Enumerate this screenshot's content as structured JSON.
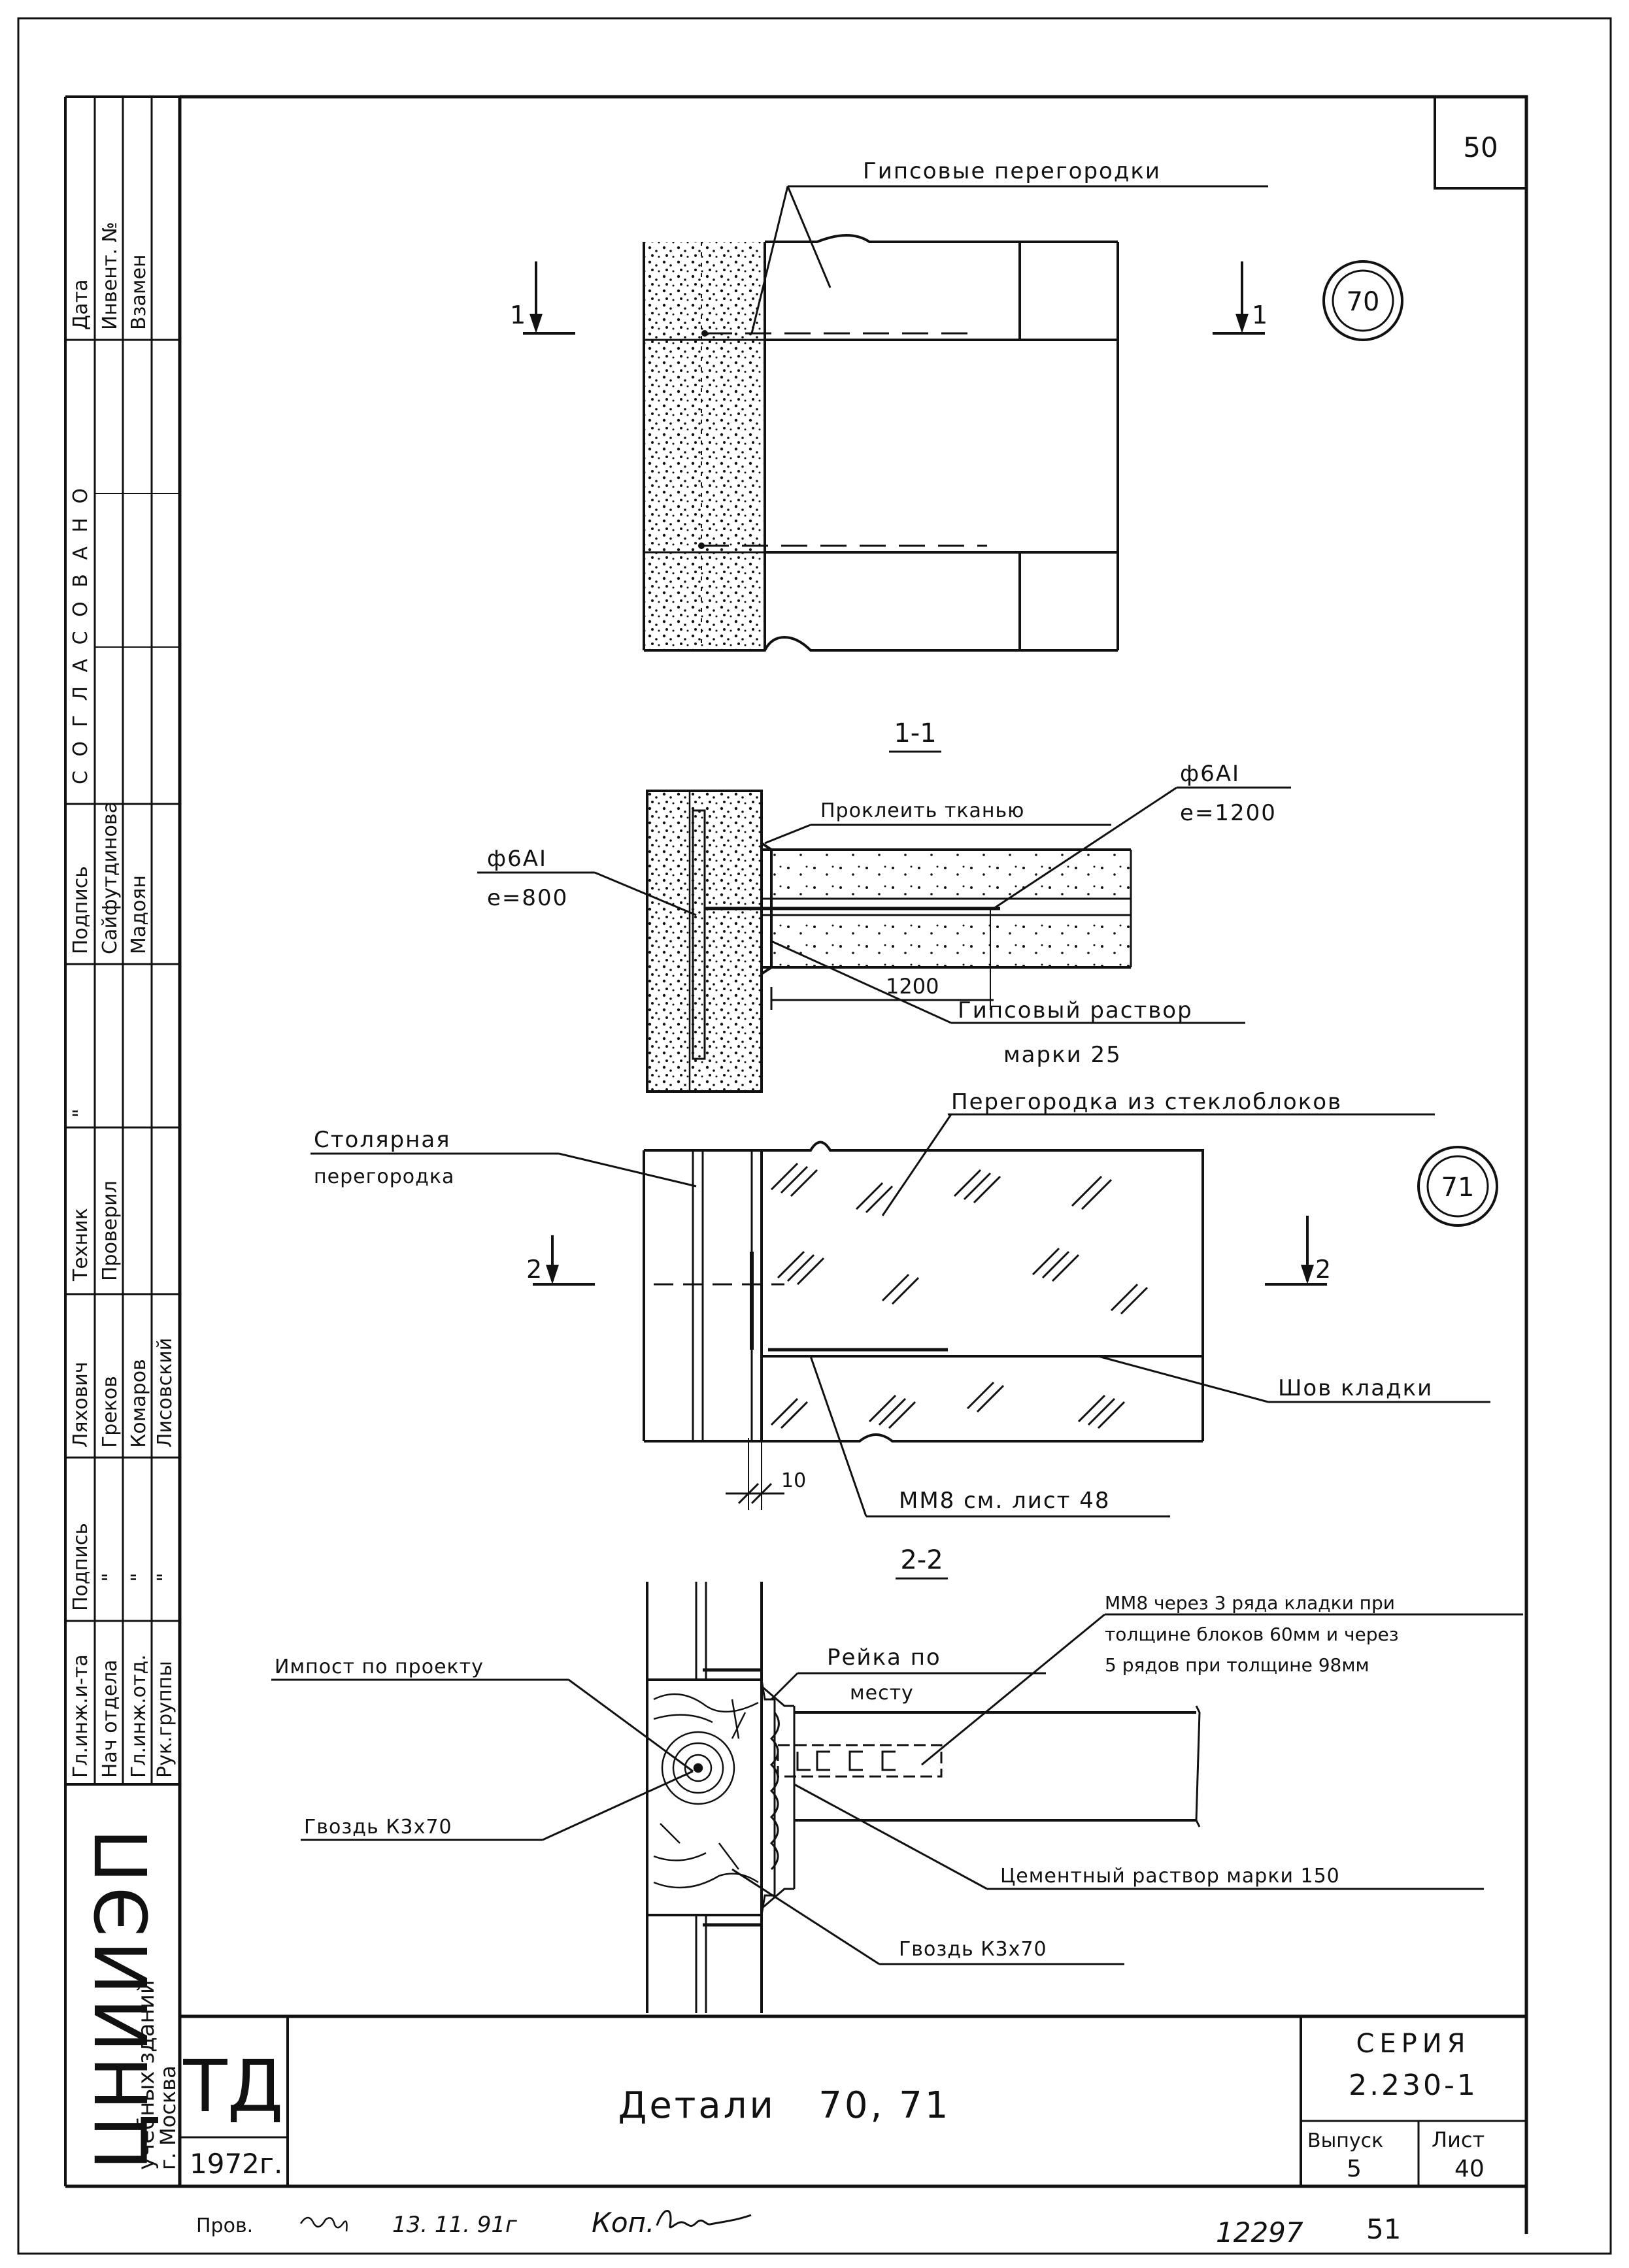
{
  "sheet": {
    "page_number": "50",
    "title": "Детали   70, 71",
    "td_mark": "ТД",
    "year": "1972г.",
    "series_label": "СЕРИЯ",
    "series_value": "2.230-1",
    "issue_label": "Выпуск",
    "issue_value": "5",
    "list_label": "Лист",
    "list_value": "40",
    "bottom_check": "Пров.",
    "bottom_note": "13. 11. 91г",
    "bottom_copy": "Коп.",
    "bottom_num1": "12297",
    "bottom_num2": "51"
  },
  "side_stamp": {
    "top_labels": [
      "Дата",
      "Инвент. №",
      "Взамен"
    ],
    "agreed": "С О Г Л А С О В А Н О",
    "names_col": [
      {
        "role": "Подпись",
        "name1": "Сайфутдинова",
        "name2": "Мадоян",
        "sig": "\""
      },
      {
        "role": "Техник",
        "name1": "Проверил",
        "name2": "",
        "sig": ""
      },
      {
        "role": "Ляхович",
        "name1": "Греков",
        "name2": "Комаров",
        "sig": "Лисовский"
      },
      {
        "role": "Подпись",
        "name1": "\"",
        "name2": "\"",
        "sig": "\""
      },
      {
        "role": "Гл.инж.и-та",
        "name1": "Нач отдела",
        "name2": "Гл.инж.отд.",
        "sig": "Рук.группы"
      }
    ],
    "org": "ЦНИИЭП",
    "org_sub1": "учебных зданий",
    "org_sub2": "г. Москва"
  },
  "drawing": {
    "top_label": "Гипсовые перегородки",
    "marker_70": "70",
    "cut1_left": "1",
    "cut1_right": "1",
    "section_11": "1-1",
    "glue": "Проклеить тканью",
    "rod_right_1": "ф6АI",
    "rod_right_2": "е=1200",
    "rod_left_1": "ф6АI",
    "rod_left_2": "е=800",
    "dim_1200": "1200",
    "mortar_1": "Гипсовый раствор",
    "mortar_2": "марки 25",
    "glass_label": "Перегородка из стеклоблоков",
    "marker_71": "71",
    "joinery_1": "Столярная",
    "joinery_2": "перегородка",
    "cut2_left": "2",
    "cut2_right": "2",
    "joint": "Шов кладки",
    "dim_10": "10",
    "mm8_ref": "ММ8 см. лист 48",
    "section_22": "2-2",
    "batten_1": "Рейка по",
    "batten_2": "месту",
    "mm8_note_1": "ММ8 через 3 ряда кладки при",
    "mm8_note_2": "толщине блоков 60мм и через",
    "mm8_note_3": "5 рядов при толщине 98мм",
    "impost": "Импост по проекту",
    "nail_1": "Гвоздь К3х70",
    "cement": "Цементный раствор марки 150",
    "nail_2": "Гвоздь К3х70"
  }
}
